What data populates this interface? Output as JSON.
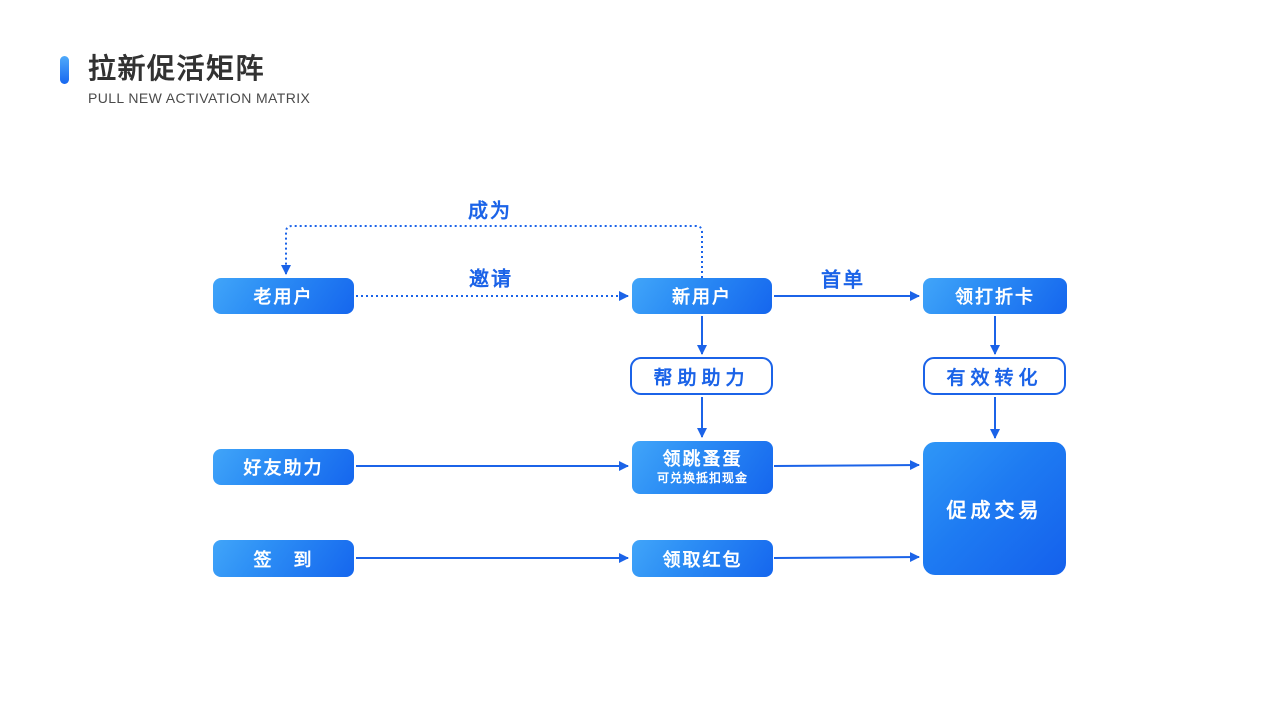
{
  "header": {
    "title": "拉新促活矩阵",
    "subtitle": "PULL NEW ACTIVATION MATRIX"
  },
  "diagram": {
    "nodes": {
      "old_user": {
        "label": "老用户"
      },
      "new_user": {
        "label": "新用户"
      },
      "discount_card": {
        "label": "领打折卡"
      },
      "help_boost": {
        "label": "帮助助力"
      },
      "effective_conversion": {
        "label": "有效转化"
      },
      "flea_egg": {
        "label": "领跳蚤蛋",
        "sublabel": "可兑换抵扣现金"
      },
      "friend_boost": {
        "label": "好友助力"
      },
      "sign_in": {
        "label": "签　到"
      },
      "red_packet": {
        "label": "领取红包"
      },
      "close_deal": {
        "label": "促成交易"
      }
    },
    "edge_labels": {
      "become": "成为",
      "invite": "邀请",
      "first_order": "首单"
    }
  },
  "colors": {
    "line_blue": "#1B63E8",
    "node_gradient_light": "#41A5F9",
    "node_gradient_dark": "#1566EE",
    "title_text": "#323232",
    "subtitle_text": "#4A4A4A"
  }
}
